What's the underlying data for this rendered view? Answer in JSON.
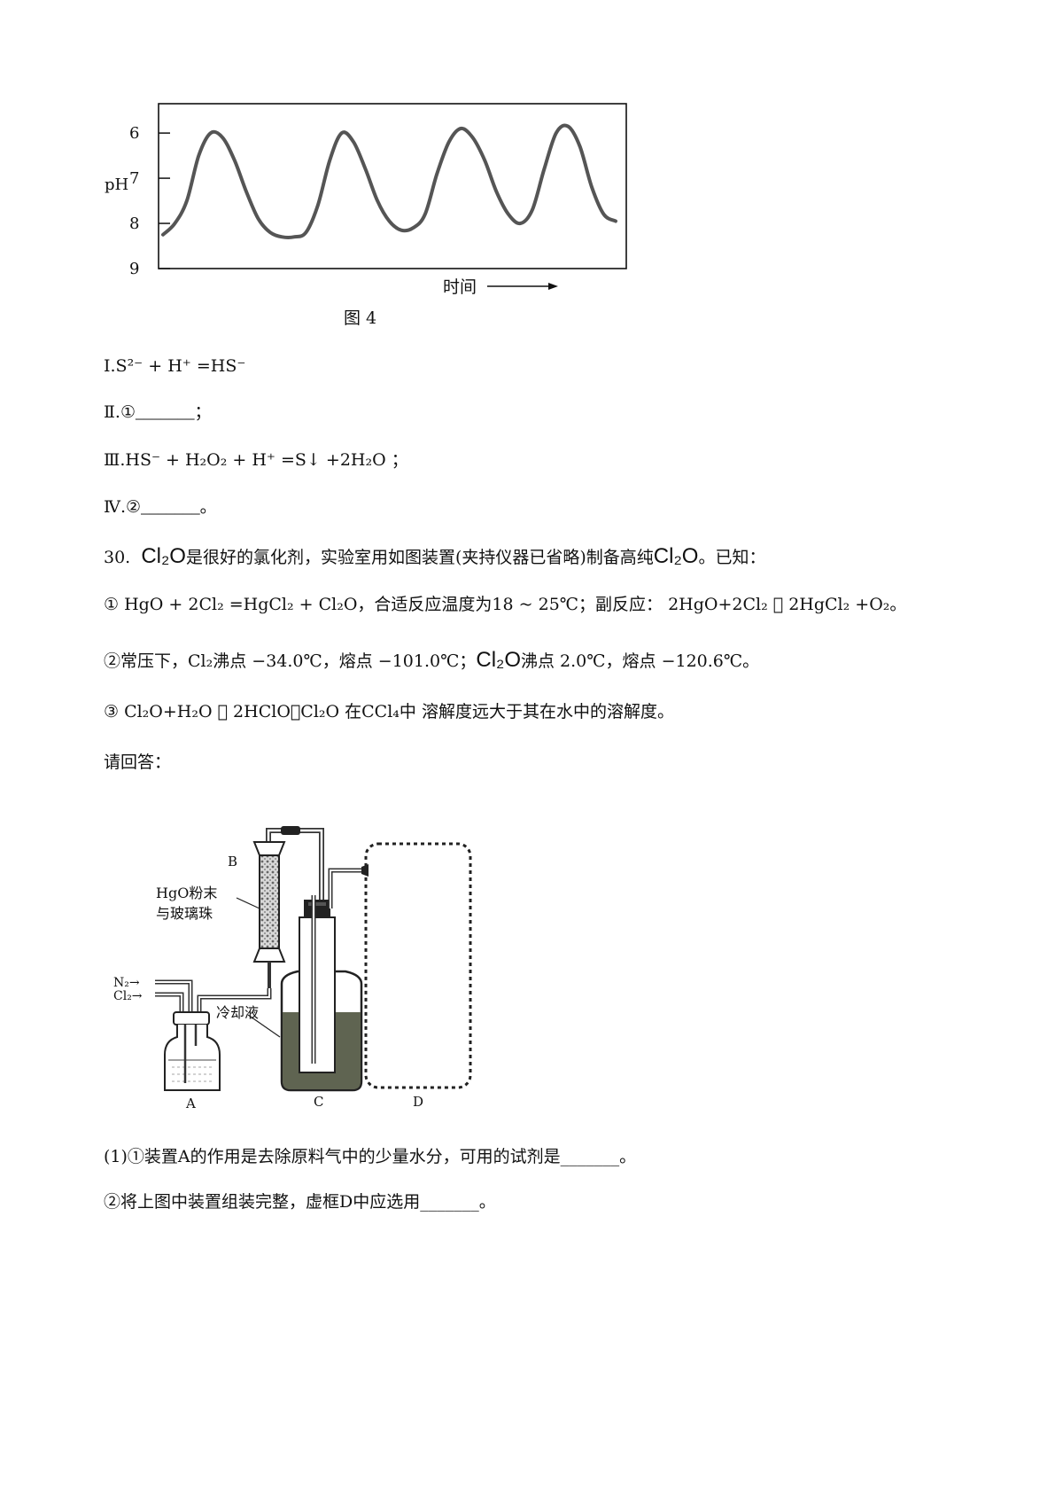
{
  "figure4": {
    "caption": "图 4",
    "y_axis_label": "pH",
    "x_axis_label": "时间",
    "chart_data": {
      "type": "line",
      "ylabel": "pH",
      "xlabel": "时间",
      "yticks": [
        6,
        7,
        8,
        9
      ],
      "ylim": [
        9,
        5.35
      ],
      "y_axis_inverted": true,
      "series": [
        {
          "values": [
            8.25,
            8.0,
            7.5,
            6.5,
            6.0,
            6.1,
            6.6,
            7.3,
            7.9,
            8.2,
            8.3,
            8.3,
            8.2,
            7.6,
            6.6,
            6.0,
            6.2,
            6.8,
            7.5,
            7.95,
            8.15,
            8.1,
            7.8,
            6.9,
            6.2,
            5.9,
            6.1,
            6.6,
            7.3,
            7.8,
            8.0,
            7.7,
            6.8,
            6.0,
            5.85,
            6.3,
            7.2,
            7.8,
            7.95
          ]
        }
      ]
    }
  },
  "reactions": {
    "r1_prefix": "Ⅰ.",
    "r1_eq": "S²⁻ + H⁺ =HS⁻",
    "r2_prefix": "Ⅱ.①",
    "r2_tail": "_______；",
    "r3_prefix": "Ⅲ.",
    "r3_eq": "HS⁻ + H₂O₂ + H⁺ =S↓ +2H₂O ；",
    "r4_prefix": "Ⅳ.②",
    "r4_tail": "_______。"
  },
  "q30": {
    "number": "30.",
    "formula_cl2o": "Cl₂O",
    "intro_text": "是很好的氯化剂，实验室用如图装置(夹持仪器已省略)制备高纯",
    "intro_end": "。已知：",
    "item1": "① HgO + 2Cl₂ =HgCl₂ + Cl₂O，合适反应温度为18 ~ 25℃；副反应：  2HgO+2Cl₂ ⃞ 2HgCl₂ +O₂。",
    "item2_a": "②常压下，Cl₂沸点 −34.0℃，熔点 −101.0℃；",
    "item2_b": "沸点 2.0℃，熔点 −120.6℃。",
    "item3": "③ Cl₂O+H₂O ⃞   2HClO，Cl₂O 在CCl₄中   溶解度远大于其在水中的溶解度。",
    "prompt": "请回答："
  },
  "apparatus": {
    "label_b": "B",
    "label_hgo_1": "HgO粉末",
    "label_hgo_2": "与玻璃珠",
    "label_n2": "N₂→",
    "label_cl2": "Cl₂→",
    "label_cooling": "冷却液",
    "label_a": "A",
    "label_c": "C",
    "label_d": "D"
  },
  "questions": {
    "q1_1": "(1)①装置A的作用是去除原料气中的少量水分，可用的试剂是_______。",
    "q1_2": "②将上图中装置组装完整，虚框D中应选用_______。"
  }
}
